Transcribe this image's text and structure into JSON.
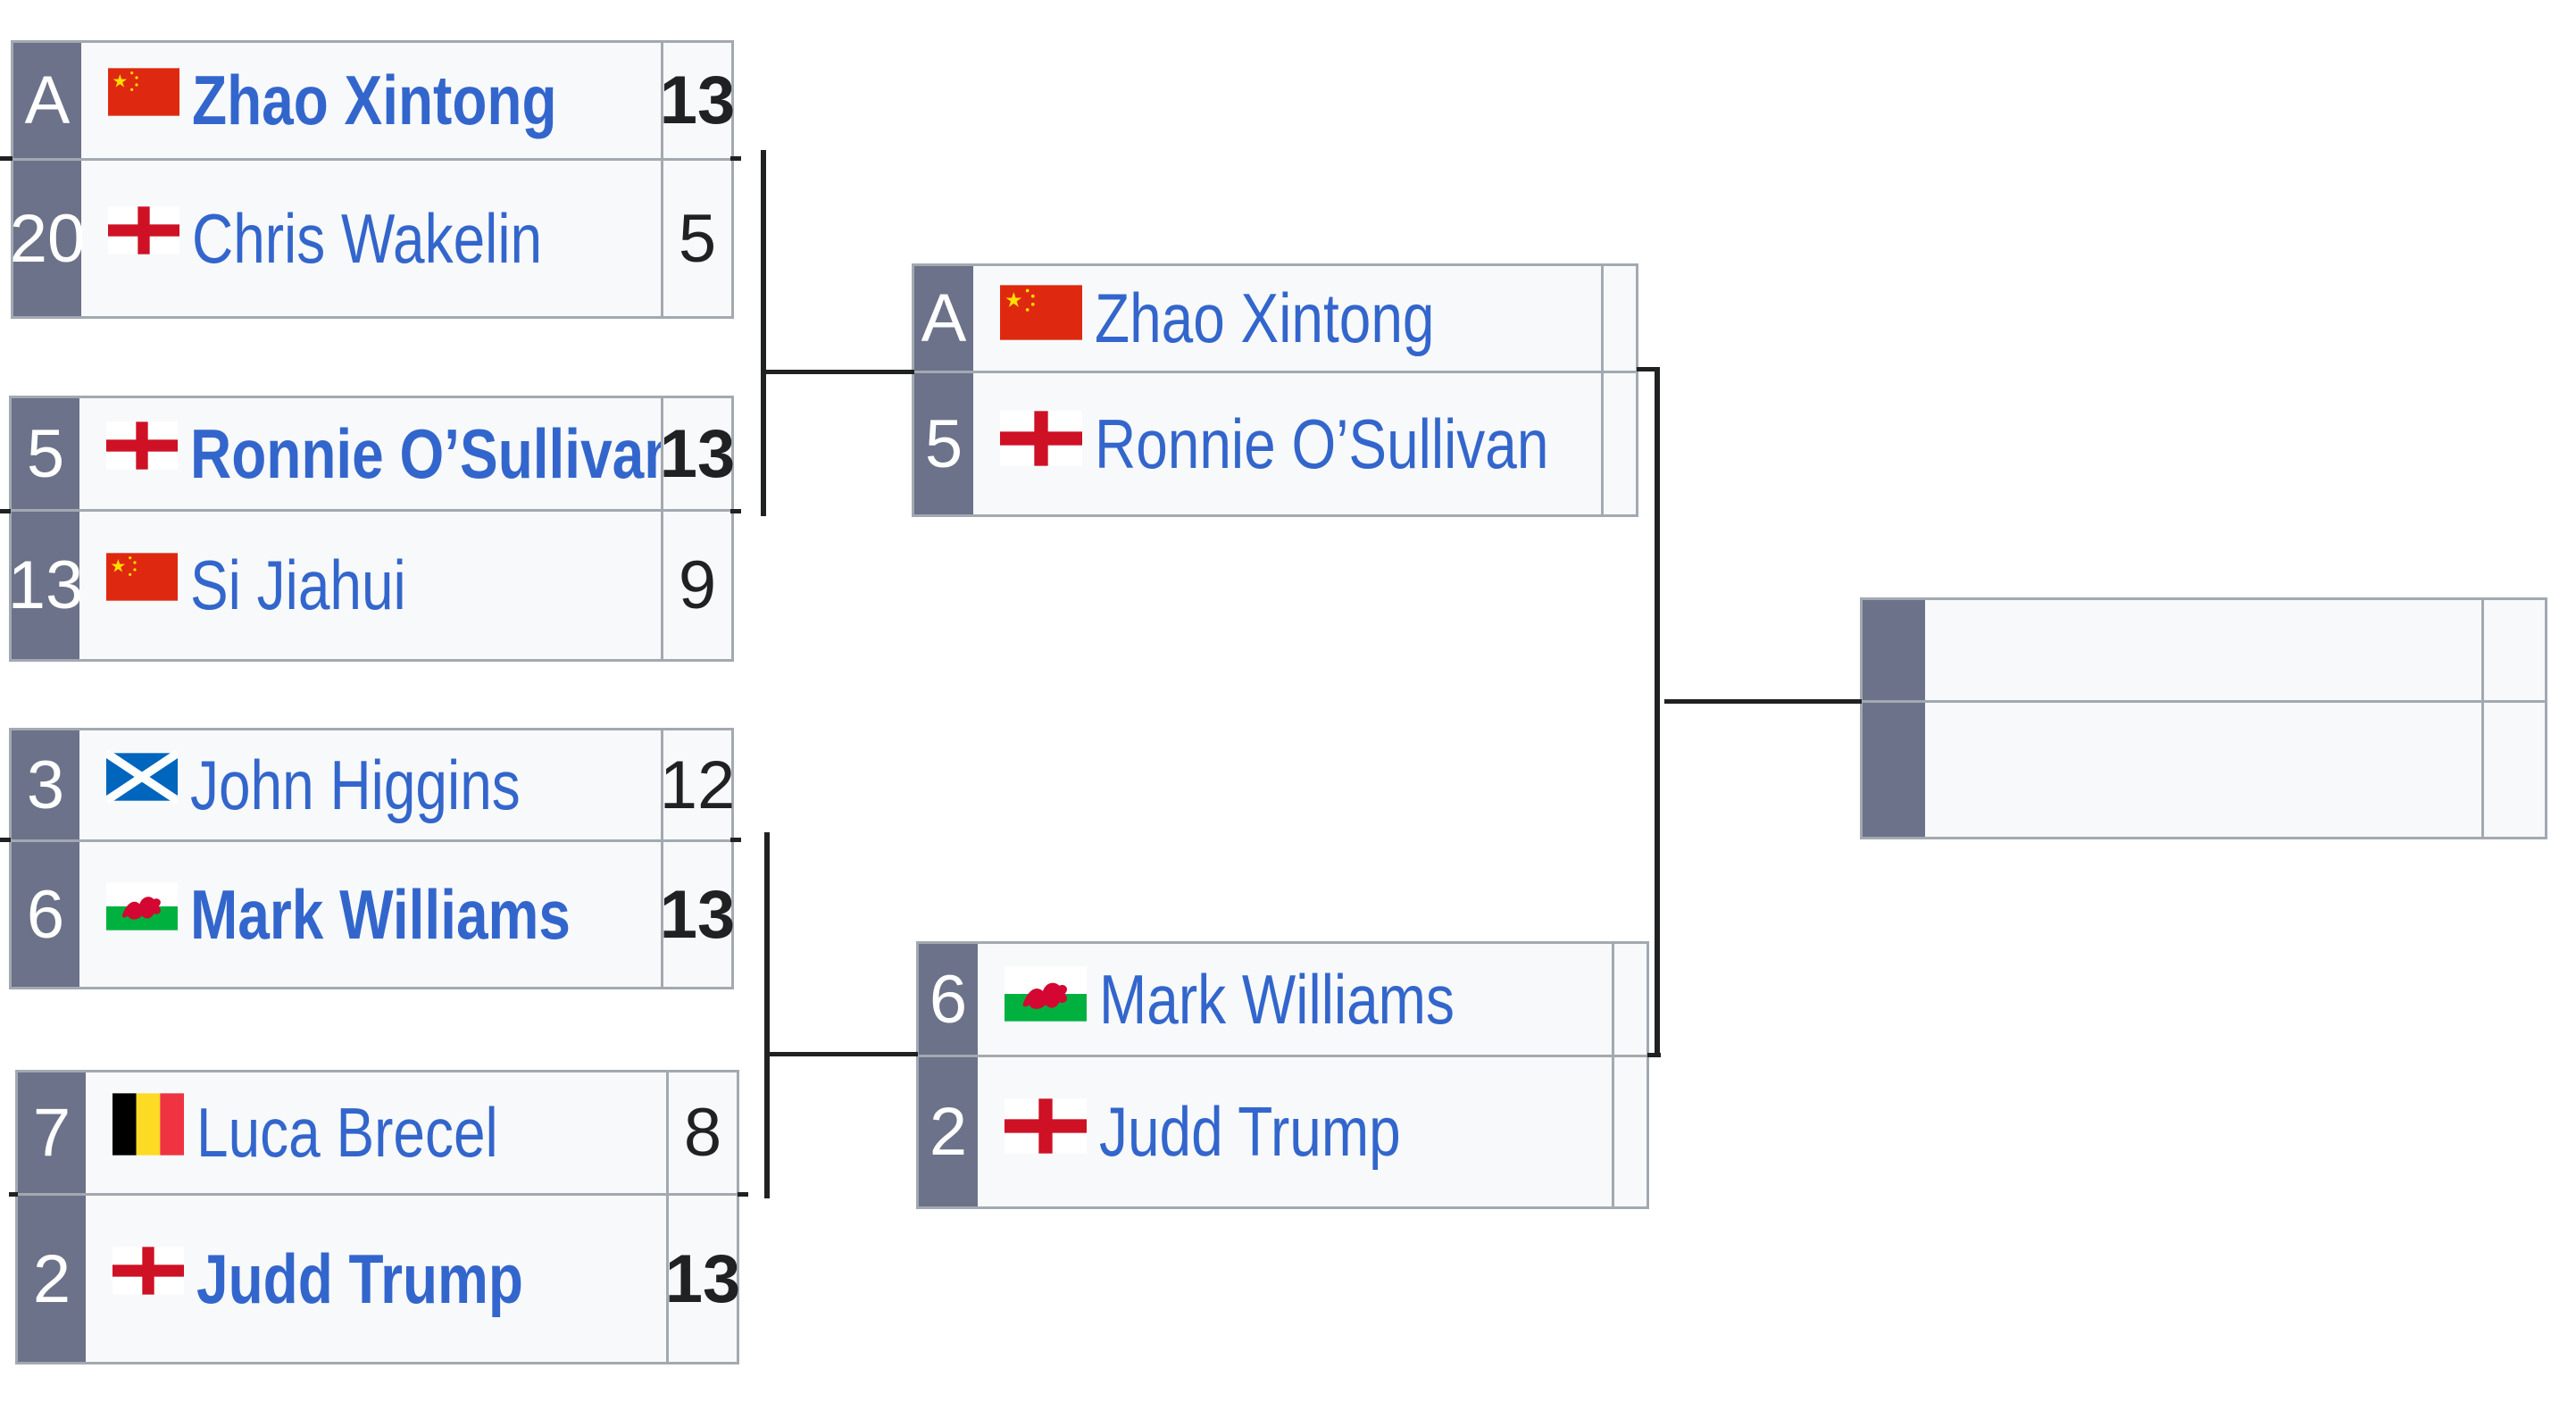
{
  "colors": {
    "seed_bg": "#6c7289",
    "row_bg": "#f8f9fa",
    "border": "#a2a9b1",
    "link": "#3366cc",
    "connector": "#202122"
  },
  "quarterfinals": [
    {
      "p1": {
        "seed": "A",
        "flag": "china-flag-icon",
        "name": "Zhao Xintong",
        "score": "13",
        "winner": true
      },
      "p2": {
        "seed": "20",
        "flag": "england-flag-icon",
        "name": "Chris Wakelin",
        "score": "5",
        "winner": false
      }
    },
    {
      "p1": {
        "seed": "5",
        "flag": "england-flag-icon",
        "name": "Ronnie O’Sullivan",
        "score": "13",
        "winner": true
      },
      "p2": {
        "seed": "13",
        "flag": "china-flag-icon",
        "name": "Si Jiahui",
        "score": "9",
        "winner": false
      }
    },
    {
      "p1": {
        "seed": "3",
        "flag": "scotland-flag-icon",
        "name": "John Higgins",
        "score": "12",
        "winner": false
      },
      "p2": {
        "seed": "6",
        "flag": "wales-flag-icon",
        "name": "Mark Williams",
        "score": "13",
        "winner": true
      }
    },
    {
      "p1": {
        "seed": "7",
        "flag": "belgium-flag-icon",
        "name": "Luca Brecel",
        "score": "8",
        "winner": false
      },
      "p2": {
        "seed": "2",
        "flag": "england-flag-icon",
        "name": "Judd Trump",
        "score": "13",
        "winner": true
      }
    }
  ],
  "semifinals": [
    {
      "p1": {
        "seed": "A",
        "flag": "china-flag-icon",
        "name": "Zhao Xintong",
        "score": ""
      },
      "p2": {
        "seed": "5",
        "flag": "england-flag-icon",
        "name": "Ronnie O’Sullivan",
        "score": ""
      }
    },
    {
      "p1": {
        "seed": "6",
        "flag": "wales-flag-icon",
        "name": "Mark Williams",
        "score": ""
      },
      "p2": {
        "seed": "2",
        "flag": "england-flag-icon",
        "name": "Judd Trump",
        "score": ""
      }
    }
  ],
  "final": {
    "p1": {
      "seed": "",
      "name": "",
      "score": ""
    },
    "p2": {
      "seed": "",
      "name": "",
      "score": ""
    }
  }
}
